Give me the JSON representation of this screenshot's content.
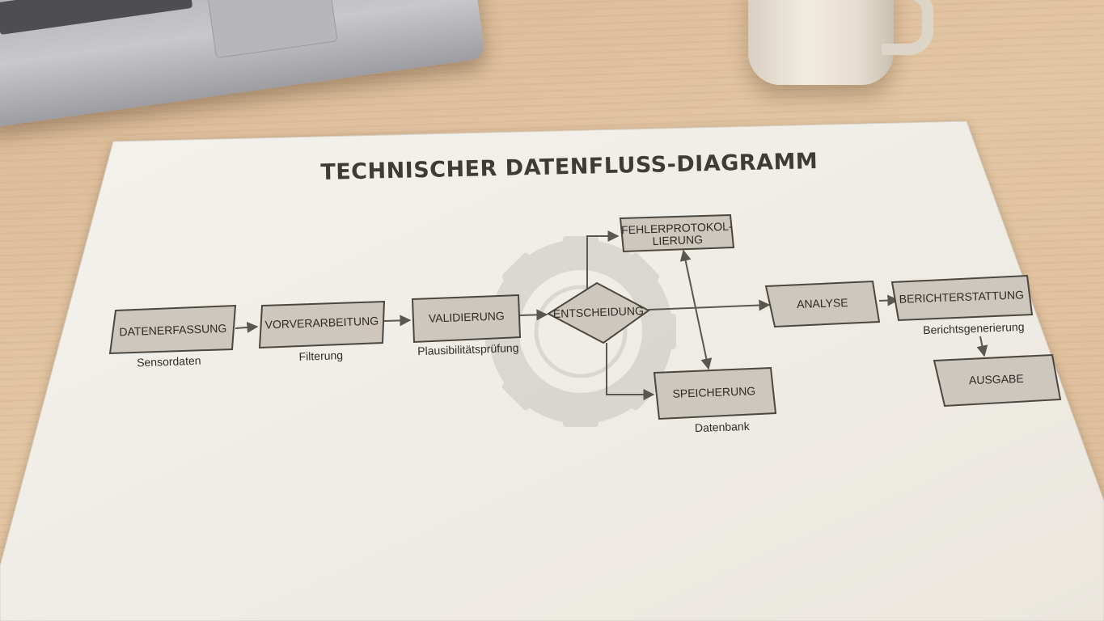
{
  "diagram": {
    "title": "TECHNISCHER DATENFLUSS-DIAGRAMM",
    "nodes": {
      "datenerfassung": {
        "label": "DATENERFASSUNG",
        "sublabel": "Sensordaten"
      },
      "vorverarbeitung": {
        "label": "VORVERARBEITUNG",
        "sublabel": "Filterung"
      },
      "validierung": {
        "label": "VALIDIERUNG",
        "sublabel": "Plausibilitätsprüfung"
      },
      "entscheidung": {
        "label": "ENTSCHEIDUNG"
      },
      "fehlerprotokollierung": {
        "label_line1": "FEHLERPROTOKOL-",
        "label_line2": "LIERUNG"
      },
      "speicherung": {
        "label": "SPEICHERUNG",
        "sublabel": "Datenbank"
      },
      "analyse": {
        "label": "ANALYSE"
      },
      "berichterstattung": {
        "label": "BERICHTERSTATTUNG",
        "sublabel": "Berichtsgenerierung"
      },
      "ausgabe": {
        "label": "AUSGABE"
      }
    },
    "edges": [
      [
        "datenerfassung",
        "vorverarbeitung"
      ],
      [
        "vorverarbeitung",
        "validierung"
      ],
      [
        "validierung",
        "entscheidung"
      ],
      [
        "entscheidung",
        "fehlerprotokollierung"
      ],
      [
        "entscheidung",
        "speicherung"
      ],
      [
        "entscheidung",
        "analyse"
      ],
      [
        "fehlerprotokollierung",
        "speicherung"
      ],
      [
        "analyse",
        "berichterstattung"
      ],
      [
        "berichterstattung",
        "ausgabe"
      ]
    ],
    "background_icon": "gear-icon"
  },
  "colors": {
    "paper": "#f1eee8",
    "box_fill": "#cdc7bd",
    "box_stroke": "#4a4741",
    "text": "#2e2c28",
    "desk": "#dcbc98"
  }
}
